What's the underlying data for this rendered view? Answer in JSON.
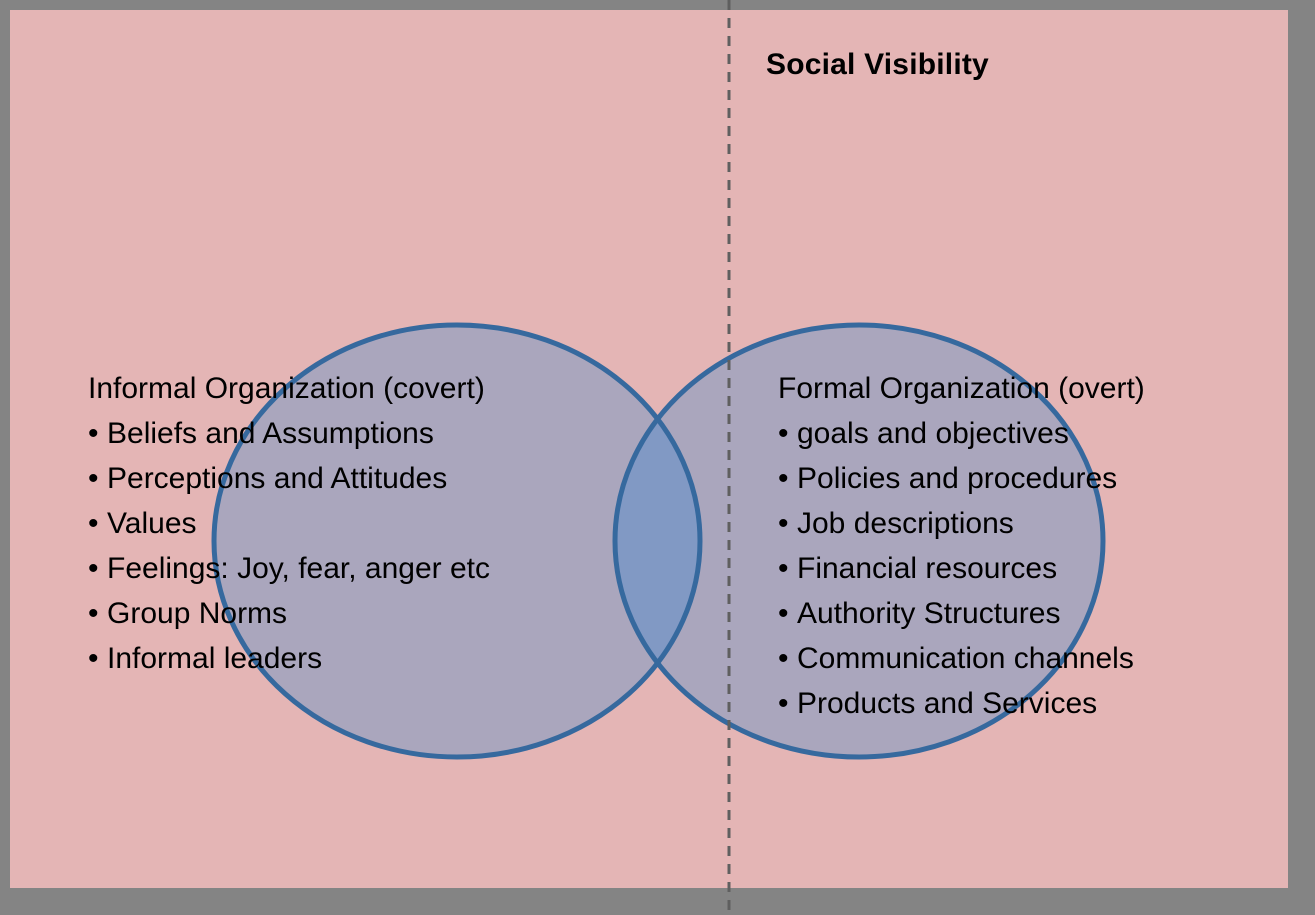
{
  "diagram": {
    "title": "Social Visibility",
    "background_color": "#e4b5b5",
    "frame_color": "#848484",
    "circle_fill_color": "#aaa6bd",
    "circle_overlap_color": "#8199c4",
    "circle_stroke_color": "#36699e",
    "divider_color": "#5f5f5f",
    "bullet_glyph": "•"
  },
  "left_set": {
    "heading": "Informal Organization (covert)",
    "items": [
      "Beliefs and Assumptions",
      "Perceptions and Attitudes",
      "Values",
      "Feelings: Joy, fear, anger etc",
      "Group Norms",
      "Informal leaders"
    ]
  },
  "right_set": {
    "heading": "Formal Organization (overt)",
    "items": [
      "goals and objectives",
      "Policies and procedures",
      "Job descriptions",
      "Financial resources",
      "Authority Structures",
      "Communication channels",
      "Products and Services"
    ]
  }
}
